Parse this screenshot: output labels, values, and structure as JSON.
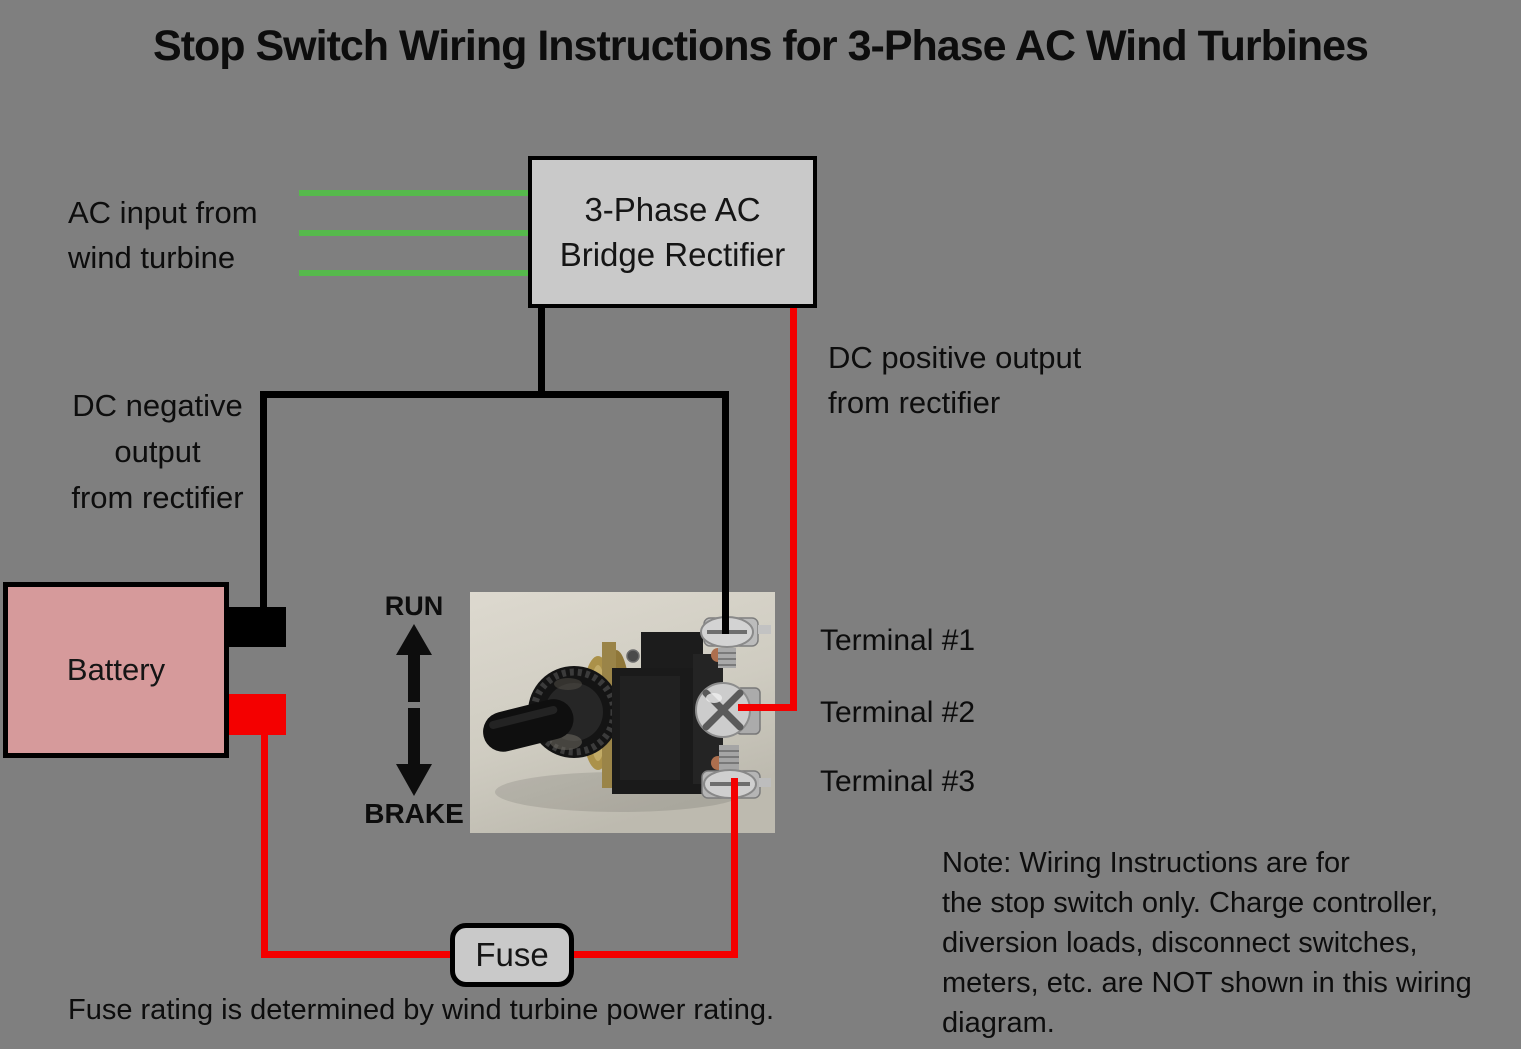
{
  "title": "Stop Switch Wiring Instructions for 3-Phase AC Wind Turbines",
  "diagram": {
    "ac_input_label": "AC input from\nwind turbine",
    "ac_phase_count": 3,
    "rectifier_label": "3-Phase AC\nBridge Rectifier",
    "dc_negative_label": "DC negative\noutput\nfrom rectifier",
    "dc_positive_label": "DC positive output\nfrom rectifier",
    "battery_label": "Battery",
    "run_label": "RUN",
    "brake_label": "BRAKE",
    "terminals": [
      "Terminal #1",
      "Terminal #2",
      "Terminal #3"
    ],
    "fuse_label": "Fuse",
    "fuse_caption": "Fuse rating is determined by wind turbine power rating.",
    "note": "Note: Wiring Instructions are for\nthe stop switch only. Charge controller,\ndiversion loads, disconnect switches,\nmeters, etc. are NOT shown in this wiring\ndiagram."
  },
  "colors": {
    "background": "#7f7f7f",
    "component_fill": "#c9c9c9",
    "battery_fill": "#d69a9b",
    "ac_wire": "#56b94c",
    "dc_positive_wire": "#f40000",
    "dc_negative_wire": "#000000",
    "text": "#0d0d0d",
    "photo_bg": "#d3d0c5"
  }
}
